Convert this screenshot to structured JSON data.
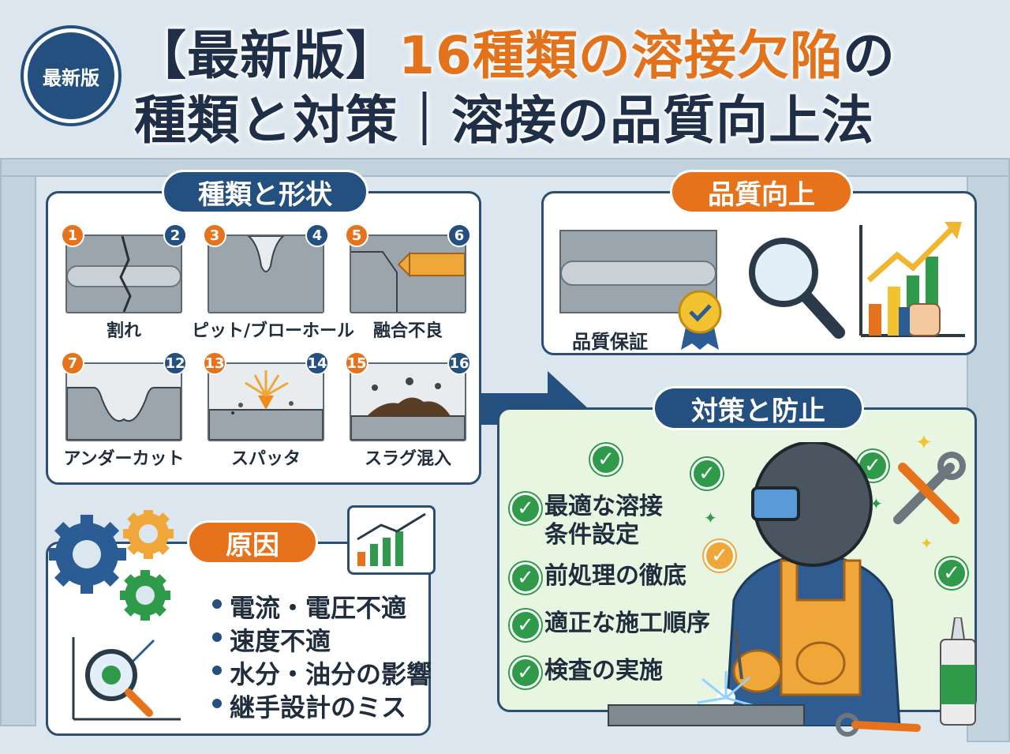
{
  "badge": "最新版",
  "title": {
    "line1_a": "【最新版】",
    "line1_b": "16種類の",
    "line1_c": "溶接欠陥",
    "line1_d": "の",
    "line2": "種類と対策｜溶接の品質向上法"
  },
  "types_panel": {
    "title": "種類と形状",
    "tiles": [
      {
        "left_num": "1",
        "right_num": "2",
        "label": "割れ"
      },
      {
        "left_num": "3",
        "right_num": "4",
        "label": "ピット/ブローホール"
      },
      {
        "left_num": "5",
        "right_num": "6",
        "label": "融合不良"
      },
      {
        "left_num": "7",
        "right_num": "12",
        "label": "アンダーカット"
      },
      {
        "left_num": "13",
        "right_num": "14",
        "label": "スパッタ"
      },
      {
        "left_num": "15",
        "right_num": "16",
        "label": "スラグ混入"
      }
    ]
  },
  "quality_panel": {
    "title": "品質向上",
    "caption": "品質保証"
  },
  "cause_panel": {
    "title": "原因",
    "items": [
      "電流・電圧不適",
      "速度不適",
      "水分・油分の影響",
      "継手設計のミス"
    ]
  },
  "measures_panel": {
    "title": "対策と防止",
    "items": [
      "最適な溶接\n条件設定",
      "前処理の徹底",
      "適正な施工順序",
      "検査の実施"
    ]
  },
  "colors": {
    "navy": "#24507f",
    "orange": "#e6731b",
    "green": "#2f9b4a",
    "measures_bg": "#e8f5e1"
  },
  "icons": [
    "gear-icon",
    "magnifier-icon",
    "bar-chart-icon",
    "thumbs-up-icon",
    "award-ribbon-icon",
    "wrench-icon",
    "screwdriver-icon",
    "sparkle-icon",
    "welder-illustration"
  ]
}
